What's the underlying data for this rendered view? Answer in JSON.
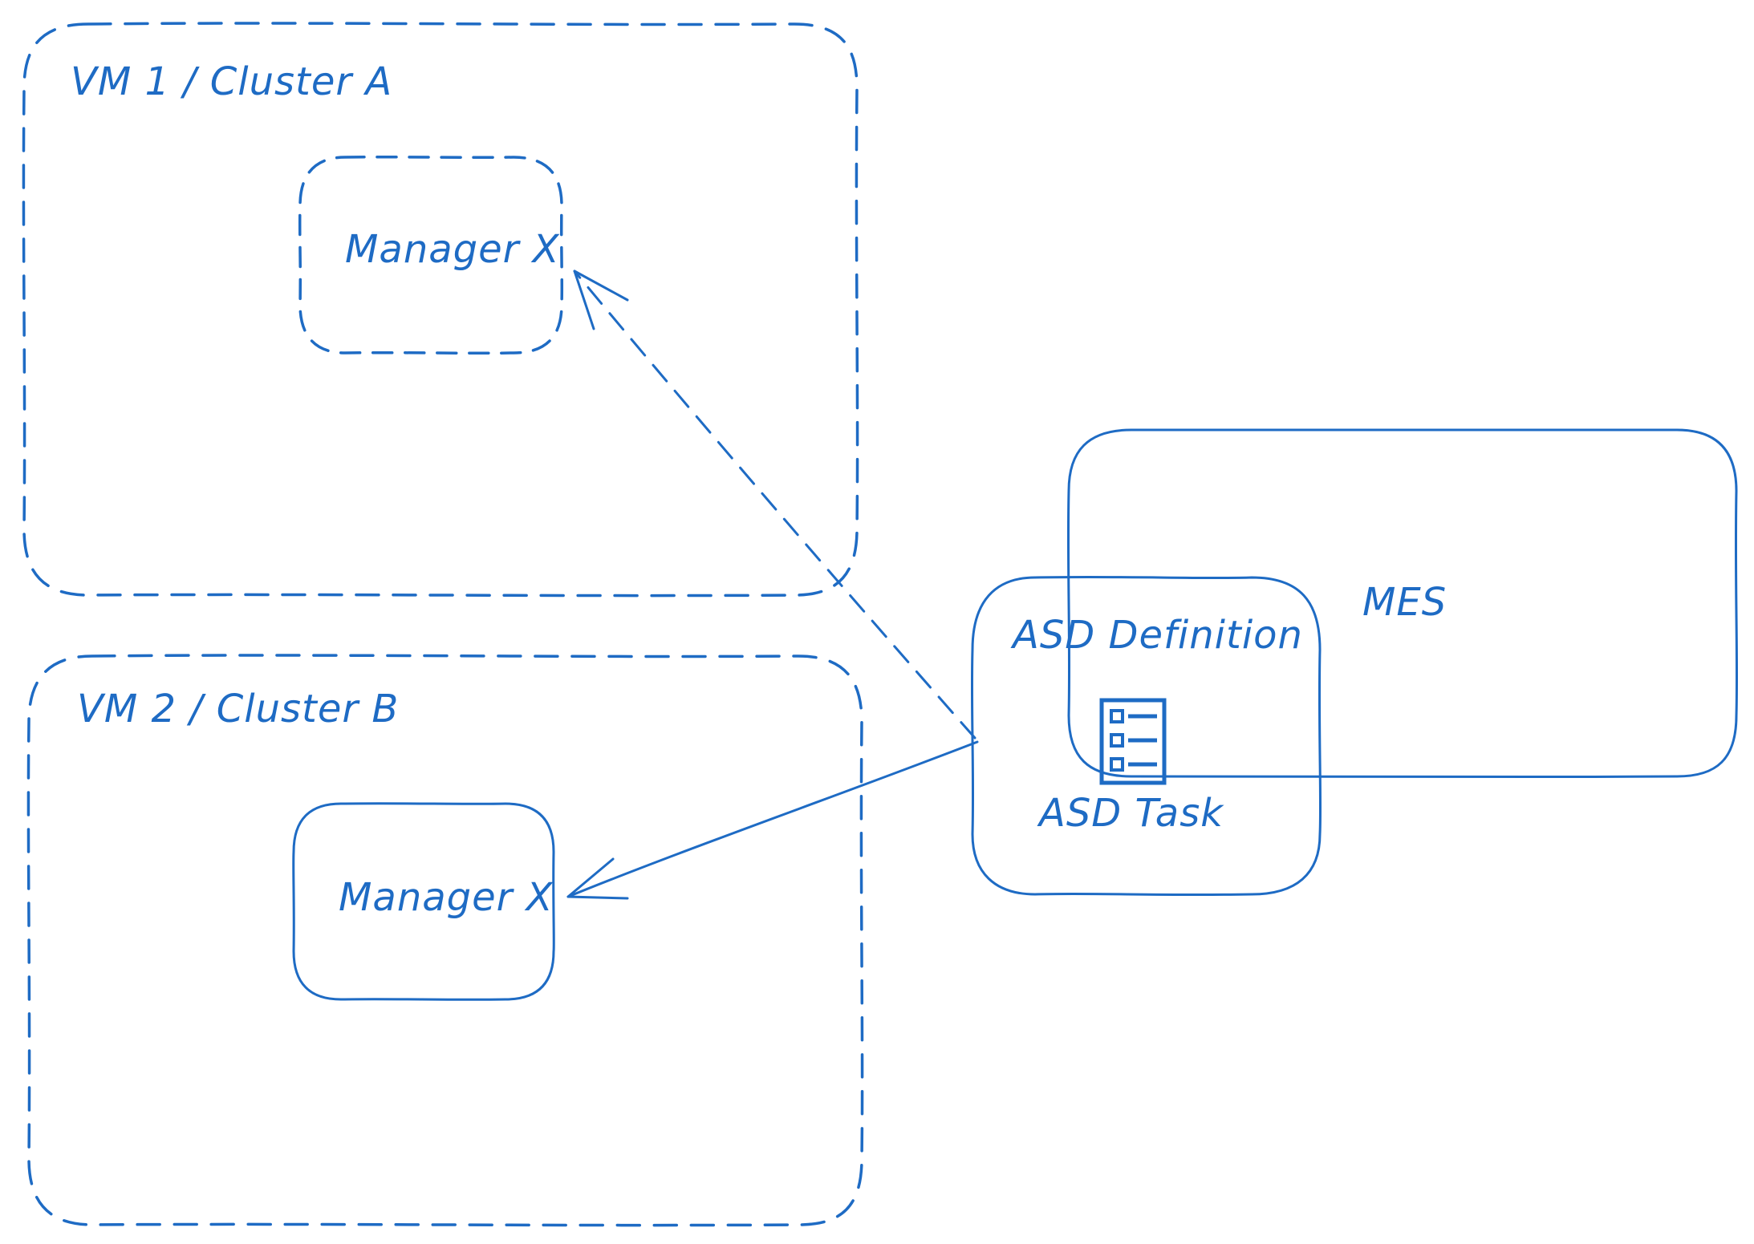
{
  "diagram": {
    "stroke_color": "#1e6bc4",
    "background": "#ffffff",
    "nodes": {
      "cluster_a": {
        "label": "VM 1 / Cluster A",
        "style": "dashed"
      },
      "cluster_b": {
        "label": "VM 2 / Cluster B",
        "style": "dashed"
      },
      "manager_a": {
        "label": "Manager X",
        "style": "dashed"
      },
      "manager_b": {
        "label": "Manager X",
        "style": "solid"
      },
      "mes": {
        "label": "MES",
        "style": "solid"
      },
      "asd": {
        "definition_label": "ASD Definition",
        "task_label": "ASD Task",
        "icon": "task-list-icon",
        "style": "solid"
      }
    },
    "edges": [
      {
        "from": "asd",
        "to": "manager_a",
        "style": "dashed"
      },
      {
        "from": "asd",
        "to": "manager_b",
        "style": "solid"
      }
    ]
  }
}
